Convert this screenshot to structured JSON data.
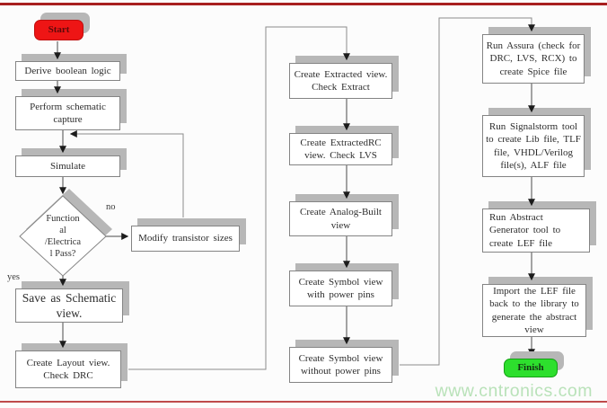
{
  "page": {
    "watermark_text": "www.cntronics.com",
    "colors": {
      "top_rule": "#a81f1f",
      "bottom_rule": "#bf4b4b",
      "start_fill": "#ee1515",
      "finish_fill": "#2ddf2d",
      "box_shadow": "#b7b7b7",
      "box_border": "#848484",
      "watermark": "#b9e2b9"
    }
  },
  "labels": {
    "yes": "yes",
    "no": "no"
  },
  "nodes": {
    "start": "Start",
    "derive": "Derive boolean logic",
    "perform": "Perform schematic\ncapture",
    "simulate": "Simulate",
    "decision": "Function\nal\n/Electrica\nl Pass?",
    "modify": "Modify transistor sizes",
    "save": "Save as Schematic\nview.",
    "layout": "Create Layout view.\nCheck DRC",
    "extracted": "Create Extracted view.\nCheck Extract",
    "extractedrc": "Create ExtractedRC\nview.  Check LVS",
    "analog": "Create Analog-Built\nview",
    "symbol_with": "Create Symbol view\nwith power pins",
    "symbol_without": "Create Symbol view\nwithout power pins",
    "assura": "Run Assura (check for\nDRC, LVS, RCX) to\ncreate Spice file",
    "signalstorm": "Run Signalstorm tool\nto create Lib file, TLF\nfile, VHDL/Verilog\nfile(s), ALF file",
    "abstract": "Run Abstract\nGenerator tool to\ncreate LEF file",
    "import_lef": "Import the LEF file\nback to the library to\ngenerate the abstract\nview",
    "finish": "Finish"
  }
}
